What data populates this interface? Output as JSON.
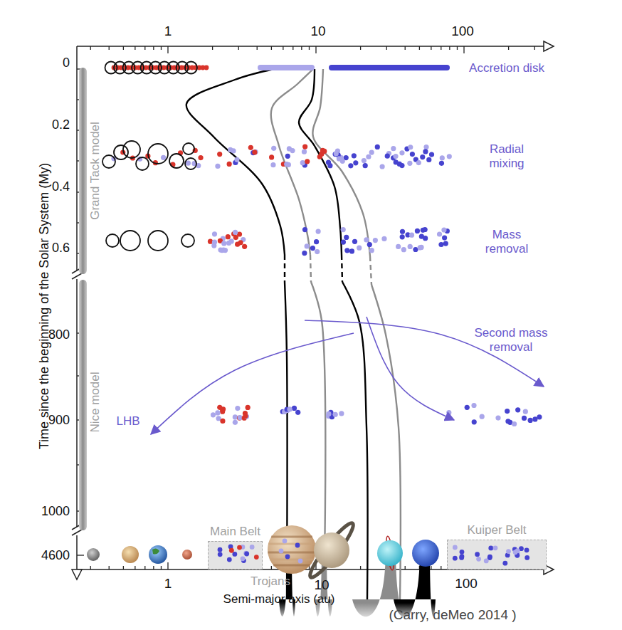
{
  "diagram": {
    "nodes": [
      {
        "text": [
          "Main Belt"
        ]
      },
      {
        "text": [
          "Kuiper Belt"
        ]
      }
    ],
    "labels": [
      "1",
      "10",
      "100",
      "0",
      "0.2",
      "0.4",
      "0.6",
      "800",
      "900",
      "1000",
      "4600",
      "Time since the beginning of the Solar System (My)",
      "Grand Tack model",
      "Nice model",
      "Accretion disk",
      "Radial mixing",
      "Mass removal",
      "Second mass removal",
      "LHB",
      "Trojans",
      "1",
      "10",
      "100",
      "Semi-major axis (au)",
      "(Carry, deMeo 2014 )"
    ]
  }
}
